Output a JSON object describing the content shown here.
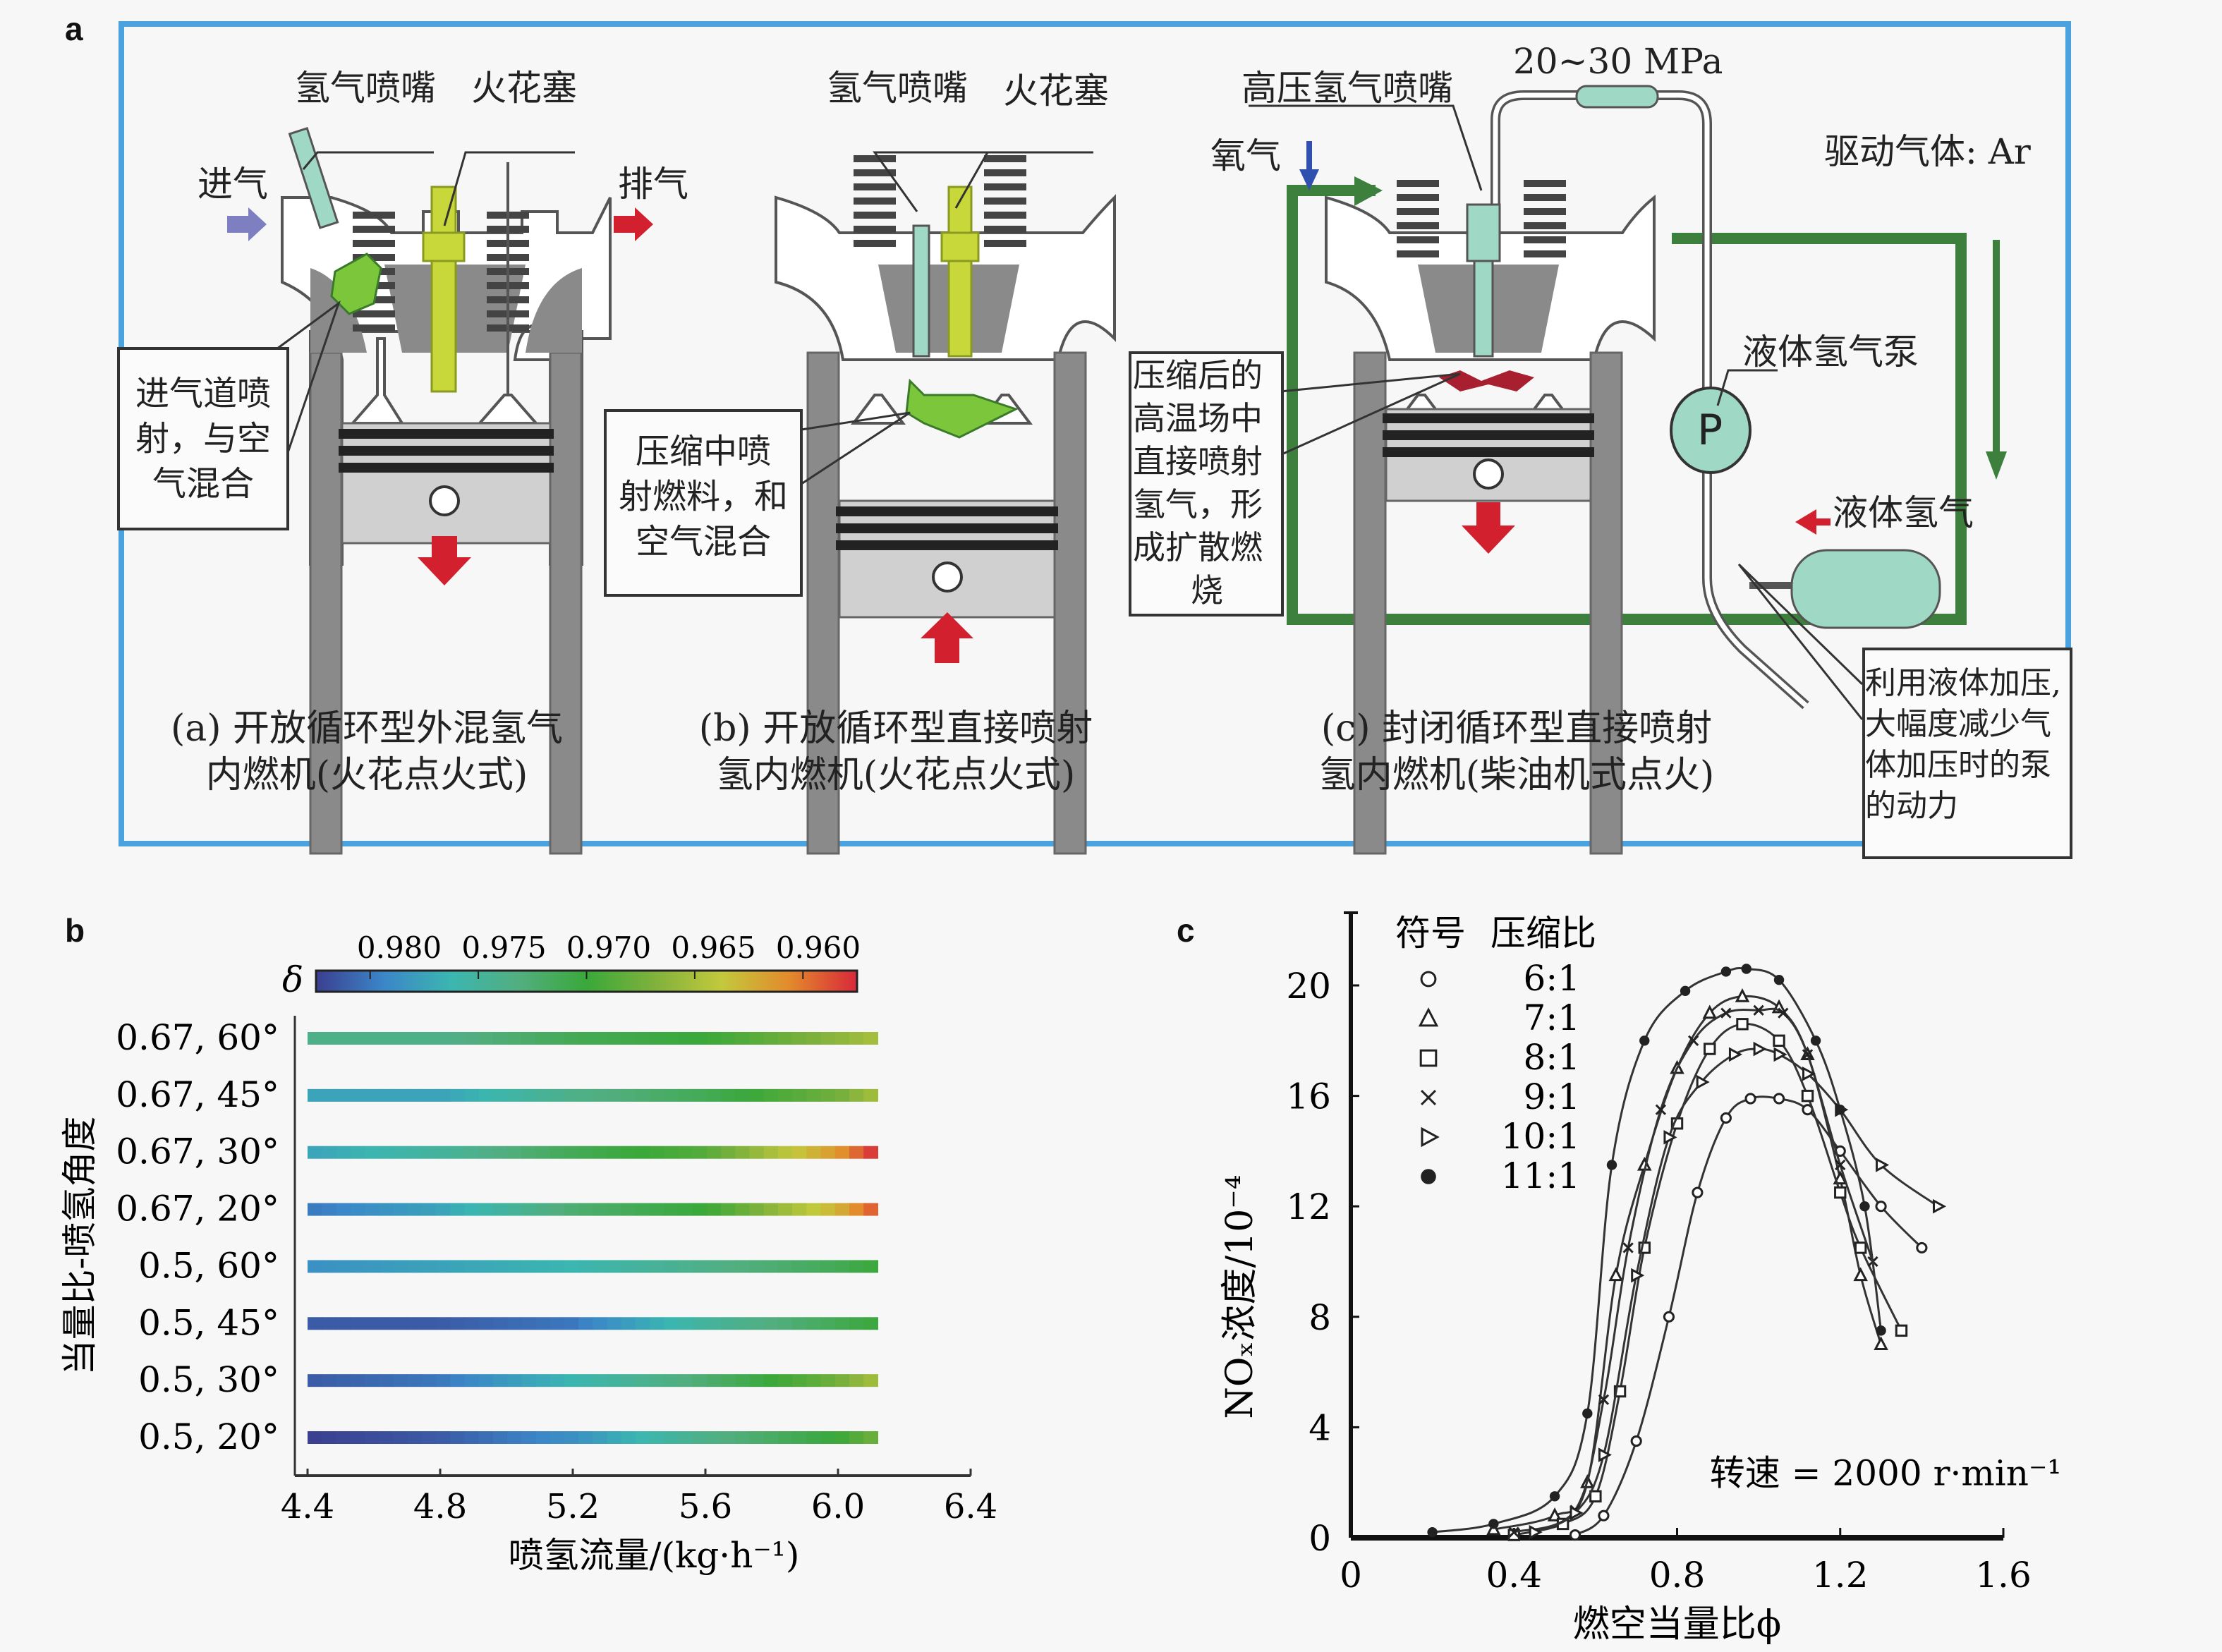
{
  "panel_a": {
    "letter": "a",
    "sub_a": {
      "labels": {
        "injector": "氢气喷嘴",
        "spark_plug": "火花塞",
        "intake": "进气",
        "exhaust": "排气"
      },
      "callout": [
        "进气道喷",
        "射，与空",
        "气混合"
      ],
      "caption": [
        "(a) 开放循环型外混氢气",
        "内燃机(火花点火式)"
      ]
    },
    "sub_b": {
      "labels": {
        "injector": "氢气喷嘴",
        "spark_plug": "火花塞"
      },
      "callout": [
        "压缩中喷",
        "射燃料，和",
        "空气混合"
      ],
      "caption": [
        "(b) 开放循环型直接喷射",
        "氢内燃机(火花点火式)"
      ]
    },
    "sub_c": {
      "labels": {
        "hp_injector": "高压氢气喷嘴",
        "pressure": "20~30 MPa",
        "oxygen": "氧气",
        "drive_gas": "驱动气体: Ar",
        "pump": "液体氢气泵",
        "pump_symbol": "P",
        "liquid_h2": "液体氢气"
      },
      "callout": [
        "压缩后的",
        "高温场中",
        "直接喷射",
        "氢气，形",
        "成扩散燃",
        "烧"
      ],
      "callout2": [
        "利用液体加压,",
        "大幅度减少气",
        "体加压时的泵",
        "的动力"
      ],
      "caption": [
        "(c) 封闭循环型直接喷射",
        "氢内燃机(柴油机式点火)"
      ]
    },
    "colors": {
      "frame": "#4aa3df",
      "green_loop": "#3d7f3d",
      "piston": "#d0d0d0",
      "cylinder": "#8a8a8a",
      "spark": "#c8d83a",
      "h2_cloud": "#7cc63c",
      "arrow_red": "#d3202e",
      "arrow_blue": "#7d7fc0",
      "tank": "#9fd8c4"
    }
  },
  "chart_data": [
    {
      "panel": "b",
      "type": "heatmap",
      "title": "",
      "xlabel": "喷氢流量/(kg·h⁻¹)",
      "ylabel": "当量比-喷氢角度",
      "xlim": [
        4.4,
        6.4
      ],
      "xticks": [
        "4.4",
        "4.8",
        "5.2",
        "5.6",
        "6.0",
        "6.4"
      ],
      "x_data_range": [
        4.4,
        6.12
      ],
      "colorbar": {
        "label": "δ",
        "ticks": [
          "0.980",
          "0.975",
          "0.970",
          "0.965",
          "0.960"
        ],
        "range": [
          0.98,
          0.96
        ],
        "colors": [
          "#3b3f8f",
          "#3b86c8",
          "#3bb6b0",
          "#52ae7f",
          "#3aa83a",
          "#7fb13c",
          "#c3c93c",
          "#e38a2c",
          "#d8283a"
        ]
      },
      "categories": [
        "0.67, 60°",
        "0.67, 45°",
        "0.67, 30°",
        "0.67, 20°",
        "0.5, 60°",
        "0.5, 45°",
        "0.5, 30°",
        "0.5, 20°"
      ],
      "series": [
        {
          "name": "0.67, 60°",
          "x": [
            4.4,
            4.8,
            5.2,
            5.6,
            6.0,
            6.12
          ],
          "values": [
            0.973,
            0.973,
            0.971,
            0.97,
            0.967,
            0.966
          ]
        },
        {
          "name": "0.67, 45°",
          "x": [
            4.4,
            4.8,
            5.2,
            5.6,
            6.0,
            6.12
          ],
          "values": [
            0.976,
            0.976,
            0.973,
            0.971,
            0.968,
            0.966
          ]
        },
        {
          "name": "0.67, 30°",
          "x": [
            4.4,
            4.8,
            5.2,
            5.6,
            6.0,
            6.12
          ],
          "values": [
            0.976,
            0.974,
            0.971,
            0.969,
            0.963,
            0.96
          ]
        },
        {
          "name": "0.67, 20°",
          "x": [
            4.4,
            4.8,
            5.2,
            5.6,
            6.0,
            6.12
          ],
          "values": [
            0.978,
            0.976,
            0.972,
            0.97,
            0.964,
            0.961
          ]
        },
        {
          "name": "0.5, 60°",
          "x": [
            4.4,
            4.8,
            5.2,
            5.6,
            6.0,
            6.12
          ],
          "values": [
            0.977,
            0.976,
            0.975,
            0.973,
            0.971,
            0.97
          ]
        },
        {
          "name": "0.5, 45°",
          "x": [
            4.4,
            4.8,
            5.2,
            5.6,
            6.0,
            6.12
          ],
          "values": [
            0.979,
            0.979,
            0.978,
            0.974,
            0.971,
            0.97
          ]
        },
        {
          "name": "0.5, 30°",
          "x": [
            4.4,
            4.8,
            5.2,
            5.6,
            6.0,
            6.12
          ],
          "values": [
            0.979,
            0.978,
            0.975,
            0.972,
            0.968,
            0.966
          ]
        },
        {
          "name": "0.5, 20°",
          "x": [
            4.4,
            4.8,
            5.2,
            5.6,
            6.0,
            6.12
          ],
          "values": [
            0.98,
            0.979,
            0.977,
            0.973,
            0.97,
            0.968
          ]
        }
      ]
    },
    {
      "panel": "c",
      "type": "line",
      "title": "",
      "xlabel": "燃空当量比ϕ",
      "ylabel": "NOₓ浓度/10⁻⁴",
      "xlim": [
        0,
        1.6
      ],
      "ylim": [
        0,
        22
      ],
      "xticks": [
        "0",
        "0.4",
        "0.8",
        "1.2",
        "1.6"
      ],
      "yticks": [
        "0",
        "4",
        "8",
        "12",
        "16",
        "20"
      ],
      "annotation": "转速 = 2000 r·min⁻¹",
      "legend": {
        "header_symbol": "符号",
        "header_ratio": "压缩比",
        "position": "top-left"
      },
      "series": [
        {
          "name": "6:1",
          "marker": "circle-open",
          "x": [
            0.55,
            0.62,
            0.7,
            0.78,
            0.85,
            0.92,
            0.98,
            1.05,
            1.12,
            1.2,
            1.3,
            1.4
          ],
          "values": [
            0.1,
            0.8,
            3.5,
            8.0,
            12.5,
            15.2,
            15.9,
            15.9,
            15.5,
            14.0,
            12.0,
            10.5
          ]
        },
        {
          "name": "7:1",
          "marker": "triangle-open",
          "x": [
            0.35,
            0.5,
            0.58,
            0.65,
            0.72,
            0.8,
            0.88,
            0.96,
            1.05,
            1.12,
            1.2,
            1.25,
            1.3
          ],
          "values": [
            0.3,
            0.8,
            2.0,
            9.5,
            13.5,
            17.0,
            19.0,
            19.6,
            19.2,
            17.5,
            13.0,
            9.5,
            7.0
          ]
        },
        {
          "name": "8:1",
          "marker": "square-open",
          "x": [
            0.4,
            0.52,
            0.6,
            0.66,
            0.72,
            0.8,
            0.88,
            0.96,
            1.05,
            1.12,
            1.2,
            1.25,
            1.35
          ],
          "values": [
            0.1,
            0.5,
            1.5,
            5.3,
            10.5,
            15.0,
            17.7,
            18.6,
            18.0,
            16.0,
            12.5,
            10.5,
            7.5
          ]
        },
        {
          "name": "9:1",
          "marker": "cross",
          "x": [
            0.4,
            0.55,
            0.62,
            0.68,
            0.76,
            0.84,
            0.92,
            1.0,
            1.06,
            1.12,
            1.2,
            1.28
          ],
          "values": [
            0.2,
            1.0,
            5.0,
            10.5,
            15.5,
            18.0,
            19.0,
            19.1,
            19.0,
            17.5,
            13.5,
            10.0
          ]
        },
        {
          "name": "10:1",
          "marker": "triangle-right-open",
          "x": [
            0.45,
            0.55,
            0.62,
            0.7,
            0.78,
            0.86,
            0.94,
            1.0,
            1.05,
            1.12,
            1.2,
            1.3,
            1.44
          ],
          "values": [
            0.2,
            0.9,
            3.0,
            9.5,
            14.5,
            16.5,
            17.5,
            17.7,
            17.5,
            16.8,
            15.5,
            13.5,
            12.0
          ]
        },
        {
          "name": "11:1",
          "marker": "circle-filled",
          "x": [
            0.2,
            0.35,
            0.5,
            0.58,
            0.64,
            0.72,
            0.82,
            0.92,
            0.97,
            1.05,
            1.14,
            1.2,
            1.26,
            1.3
          ],
          "values": [
            0.2,
            0.5,
            1.5,
            4.5,
            13.5,
            18.0,
            19.8,
            20.5,
            20.6,
            20.2,
            18.0,
            15.5,
            12.0,
            7.5
          ]
        }
      ]
    }
  ],
  "panel_b": {
    "letter": "b"
  },
  "panel_c": {
    "letter": "c"
  }
}
